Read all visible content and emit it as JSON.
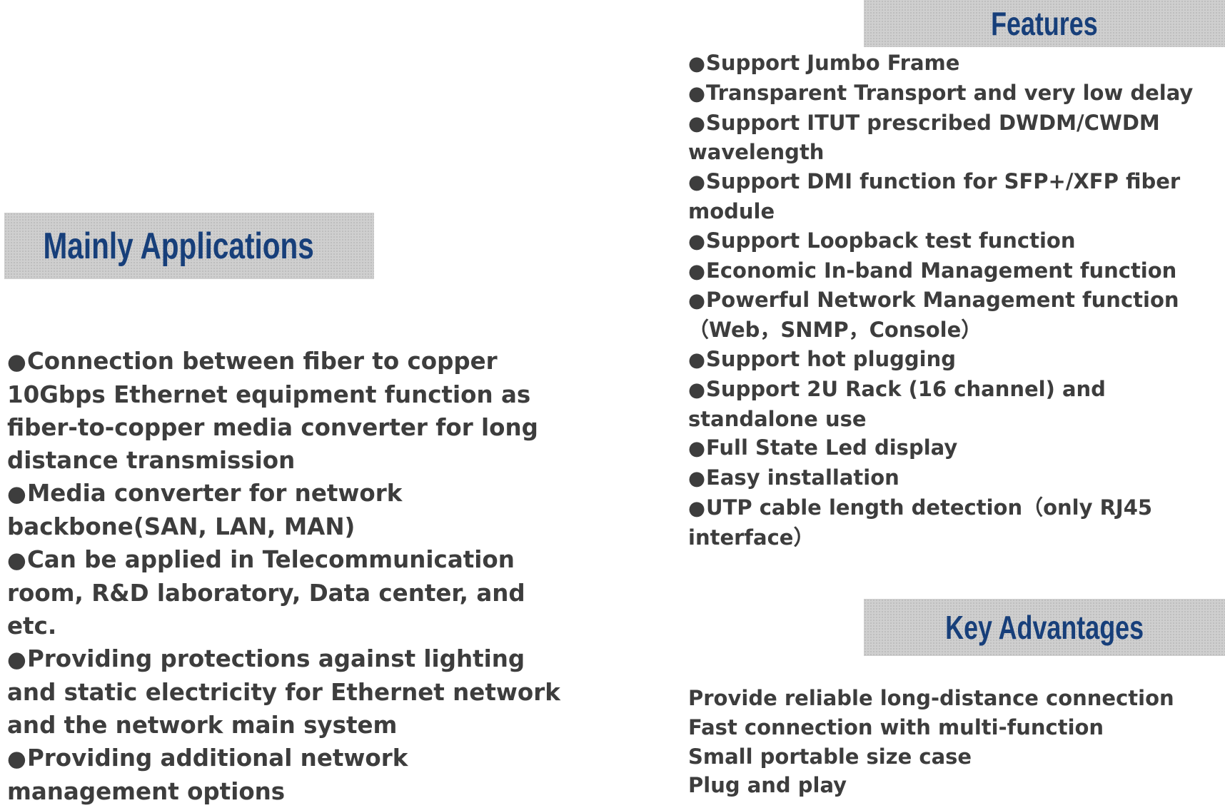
{
  "features": {
    "heading": "Features",
    "items": [
      "Support Jumbo Frame",
      "Transparent Transport and very low delay",
      "Support ITUT prescribed DWDM/CWDM wavelength",
      "Support DMI function for SFP+/XFP fiber module",
      "Support Loopback test function",
      "Economic In-band Management function",
      "Powerful Network Management function（Web，SNMP，Console）",
      "Support hot plugging",
      "Support 2U Rack (16 channel) and standalone use",
      "Full State Led display",
      "Easy installation",
      "UTP cable length detection（only RJ45 interface）"
    ]
  },
  "applications": {
    "heading": "Mainly Applications",
    "items": [
      "Connection between fiber to copper 10Gbps Ethernet equipment function as fiber-to-copper media converter for long distance transmission",
      "Media converter for network backbone(SAN, LAN, MAN)",
      "Can be applied in Telecommunication room, R&D laboratory, Data center, and etc.",
      "Providing protections against lighting and static electricity for Ethernet network and the network main system",
      "Providing additional network management options"
    ]
  },
  "advantages": {
    "heading": "Key Advantages",
    "items": [
      "Provide reliable long-distance connection",
      "Fast connection with multi-function",
      "Small portable size case",
      "Plug and play"
    ]
  },
  "bullet_symbol": "●",
  "colors": {
    "heading_text": "#173f7a",
    "banner_background": "#cfcfcf",
    "body_text": "#3d3d3d"
  }
}
